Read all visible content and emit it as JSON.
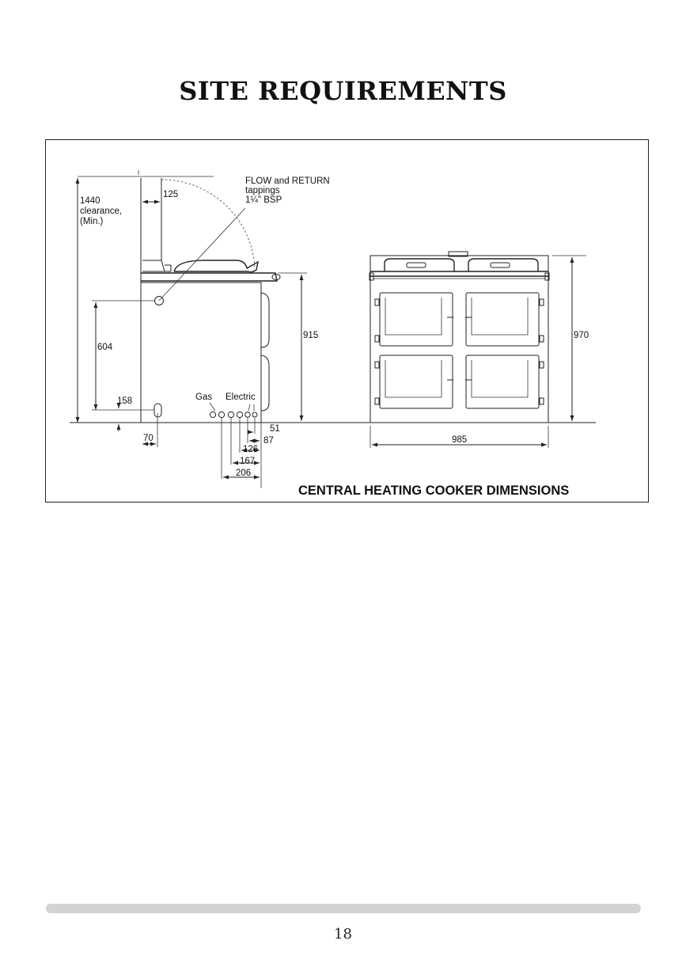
{
  "page": {
    "title": "SITE REQUIREMENTS",
    "number": "18"
  },
  "diagram": {
    "caption": "CENTRAL HEATING COOKER DIMENSIONS",
    "labels": {
      "clearance_value": "1440",
      "clearance_line2": "clearance,",
      "clearance_line3": "(Min.)",
      "flow_line1": "FLOW and RETURN",
      "flow_line2": "tappings",
      "flow_line3": "1¼\" BSP",
      "gas": "Gas",
      "electric": "Electric"
    },
    "dimensions": {
      "d125": "125",
      "d604": "604",
      "d158": "158",
      "d70": "70",
      "d915": "915",
      "d51": "51",
      "d87": "87",
      "d126": "126",
      "d167": "167",
      "d206": "206",
      "d970": "970",
      "d985": "985"
    }
  }
}
